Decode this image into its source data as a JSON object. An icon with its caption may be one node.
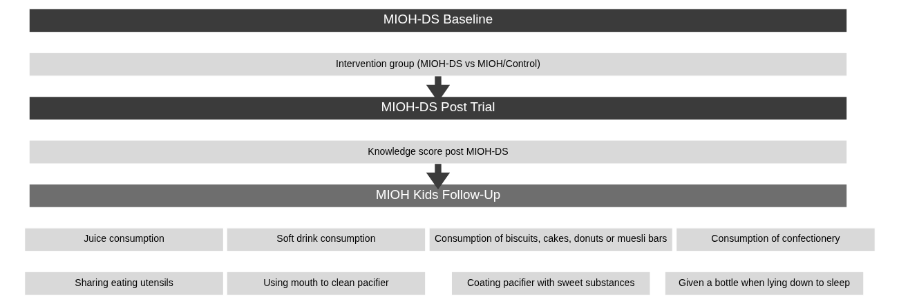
{
  "diagram": {
    "nodes": [
      {
        "text": [
          "MIOH-DS Baseline"
        ]
      },
      {
        "text": [
          "Intervention group (MIOH-DS vs MIOH/Control)"
        ]
      },
      {
        "text": [
          "MIOH-DS Post Trial"
        ]
      },
      {
        "text": [
          "Knowledge score post MIOH-DS"
        ]
      },
      {
        "text": [
          "MIOH Kids Follow-Up"
        ]
      },
      {
        "text": [
          "Juice consumption"
        ]
      },
      {
        "text": [
          "Soft drink consumption"
        ]
      },
      {
        "text": [
          "Consumption of biscuits, cakes, donuts or muesli bars"
        ]
      },
      {
        "text": [
          "Consumption of confectionery"
        ]
      },
      {
        "text": [
          "Sharing eating utensils"
        ]
      },
      {
        "text": [
          "Using mouth to clean pacifier"
        ]
      },
      {
        "text": [
          "Coating pacifier with sweet substances"
        ]
      },
      {
        "text": [
          "Given a bottle when lying down to sleep"
        ]
      }
    ],
    "edges": [
      {
        "from": 1,
        "to": 2,
        "arrow": "to"
      },
      {
        "from": 3,
        "to": 4,
        "arrow": "to"
      }
    ]
  }
}
